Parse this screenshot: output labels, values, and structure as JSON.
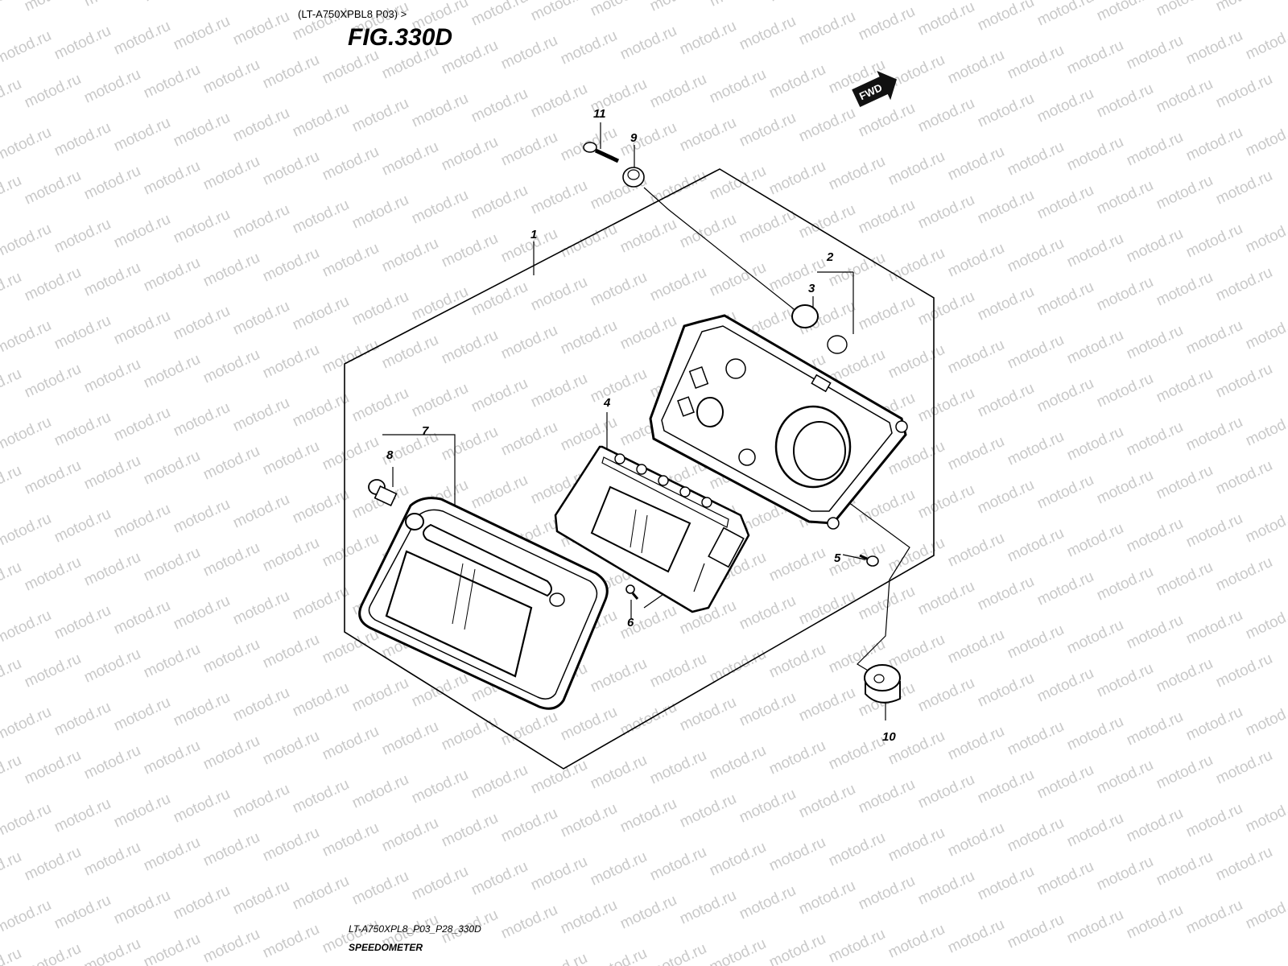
{
  "header": {
    "model_line": "(LT-A750XPBL8 P03) >",
    "figure_title": "FIG.330D"
  },
  "fwd_arrow": {
    "label": "FWD"
  },
  "watermark": "motod.ru",
  "callouts": [
    {
      "id": "c1",
      "text": "1"
    },
    {
      "id": "c2",
      "text": "2"
    },
    {
      "id": "c3",
      "text": "3"
    },
    {
      "id": "c4",
      "text": "4"
    },
    {
      "id": "c5",
      "text": "5"
    },
    {
      "id": "c6",
      "text": "6"
    },
    {
      "id": "c7",
      "text": "7"
    },
    {
      "id": "c8",
      "text": "8"
    },
    {
      "id": "c9",
      "text": "9"
    },
    {
      "id": "c10",
      "text": "10"
    },
    {
      "id": "c11",
      "text": "11"
    }
  ],
  "footer": {
    "code": "LT-A750XPL8_P03_P28_330D",
    "name": "SPEEDOMETER"
  }
}
